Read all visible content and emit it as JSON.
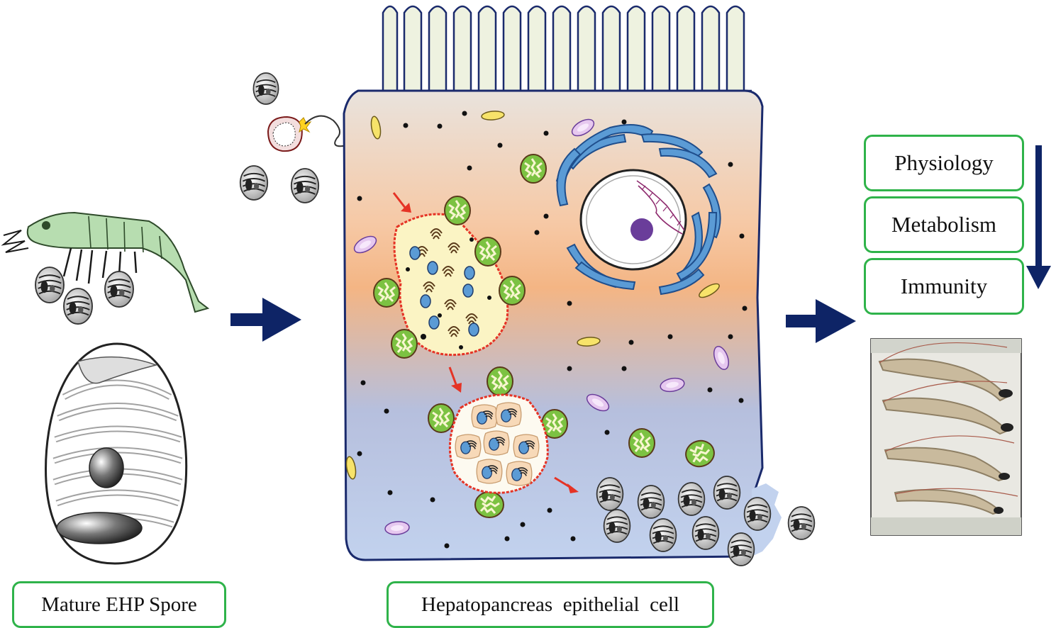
{
  "labels": {
    "spore": "Mature EHP Spore",
    "cell": "Hepatopancreas  epithelial  cell"
  },
  "effects": [
    {
      "label": "Physiology"
    },
    {
      "label": "Metabolism"
    },
    {
      "label": "Immunity"
    }
  ],
  "colors": {
    "box_border": "#2fb34a",
    "flow_arrow": "#0e2466",
    "red_arrow": "#e53325",
    "cell_outline": "#1a2a6c",
    "mitochondria": "#7cc242",
    "er": "#5b9bd5",
    "nucleolus": "#6a3d9a",
    "shrimp": "#b7ddb0"
  }
}
